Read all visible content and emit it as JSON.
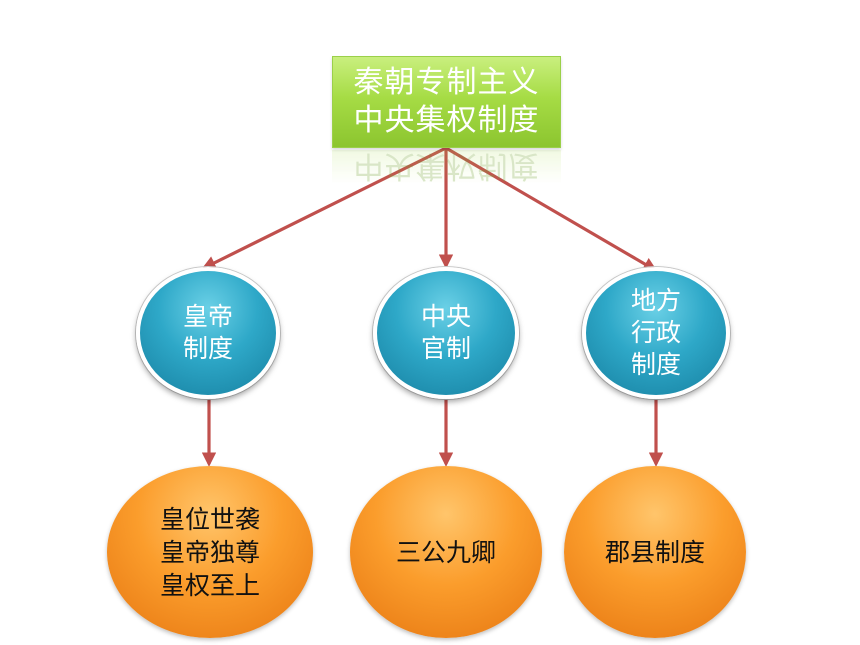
{
  "root": {
    "lines": [
      "秦朝专制主义",
      "中央集权制度"
    ],
    "reflection_text": "中央集权制度"
  },
  "branches": [
    {
      "category_lines": [
        "皇帝",
        "制度"
      ],
      "detail_lines": [
        "皇位世袭",
        "皇帝独尊",
        "皇权至上"
      ]
    },
    {
      "category_lines": [
        "中央",
        "官制"
      ],
      "detail_lines": [
        "三公九卿"
      ]
    },
    {
      "category_lines": [
        "地方",
        "行政",
        "制度"
      ],
      "detail_lines": [
        "郡县制度"
      ]
    }
  ],
  "colors": {
    "root_fill": "#a6dc45",
    "category_fill": "#2ea8c8",
    "detail_fill": "#fb9d2c",
    "connector": "#c0504d"
  }
}
